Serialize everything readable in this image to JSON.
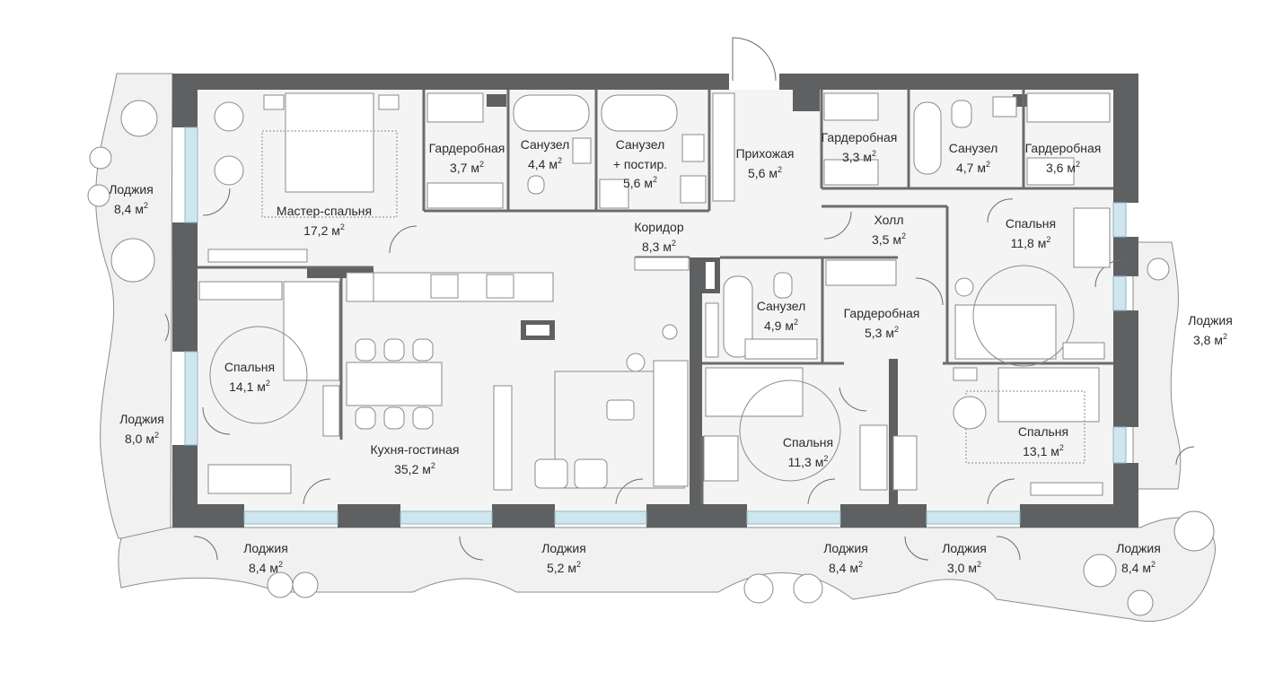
{
  "rooms": [
    {
      "id": "loggia-w1",
      "name": "Лоджия",
      "area": "8,4 м",
      "sup": "2"
    },
    {
      "id": "master",
      "name": "Мастер-спальня",
      "area": "17,2 м",
      "sup": "2"
    },
    {
      "id": "wardrobe1",
      "name": "Гардеробная",
      "area": "3,7 м",
      "sup": "2"
    },
    {
      "id": "bath1",
      "name": "Санузел",
      "area": "4,4 м",
      "sup": "2"
    },
    {
      "id": "bath2",
      "name": "Санузел",
      "name2": "+ постир.",
      "area": "5,6 м",
      "sup": "2"
    },
    {
      "id": "hall-entry",
      "name": "Прихожая",
      "area": "5,6 м",
      "sup": "2"
    },
    {
      "id": "wardrobe2",
      "name": "Гардеробная",
      "area": "3,3 м",
      "sup": "2"
    },
    {
      "id": "bath3",
      "name": "Санузел",
      "area": "4,7 м",
      "sup": "2"
    },
    {
      "id": "wardrobe3",
      "name": "Гардеробная",
      "area": "3,6 м",
      "sup": "2"
    },
    {
      "id": "corridor",
      "name": "Коридор",
      "area": "8,3 м",
      "sup": "2"
    },
    {
      "id": "holl",
      "name": "Холл",
      "area": "3,5 м",
      "sup": "2"
    },
    {
      "id": "bed-ne",
      "name": "Спальня",
      "area": "11,8 м",
      "sup": "2"
    },
    {
      "id": "loggia-e",
      "name": "Лоджия",
      "area": "3,8 м",
      "sup": "2"
    },
    {
      "id": "bath4",
      "name": "Санузел",
      "area": "4,9 м",
      "sup": "2"
    },
    {
      "id": "wardrobe4",
      "name": "Гардеробная",
      "area": "5,3 м",
      "sup": "2"
    },
    {
      "id": "bed-w",
      "name": "Спальня",
      "area": "14,1 м",
      "sup": "2"
    },
    {
      "id": "loggia-w2",
      "name": "Лоджия",
      "area": "8,0 м",
      "sup": "2"
    },
    {
      "id": "kitchen",
      "name": "Кухня-гостиная",
      "area": "35,2 м",
      "sup": "2"
    },
    {
      "id": "bed-mid",
      "name": "Спальня",
      "area": "11,3 м",
      "sup": "2"
    },
    {
      "id": "bed-se",
      "name": "Спальня",
      "area": "13,1 м",
      "sup": "2"
    },
    {
      "id": "loggia-s1",
      "name": "Лоджия",
      "area": "8,4 м",
      "sup": "2"
    },
    {
      "id": "loggia-s2",
      "name": "Лоджия",
      "area": "5,2 м",
      "sup": "2"
    },
    {
      "id": "loggia-s3",
      "name": "Лоджия",
      "area": "8,4 м",
      "sup": "2"
    },
    {
      "id": "loggia-s4",
      "name": "Лоджия",
      "area": "3,0 м",
      "sup": "2"
    },
    {
      "id": "loggia-s5",
      "name": "Лоджия",
      "area": "8,4 м",
      "sup": "2"
    }
  ],
  "colors": {
    "wall": "#5f6062",
    "floor": "#f4f4f4",
    "loggia": "#f1f1f1",
    "glass": "#cfe6ee",
    "line": "#6b6b6b",
    "furniture": "#8a8a8a",
    "text": "#2b2b2b"
  }
}
